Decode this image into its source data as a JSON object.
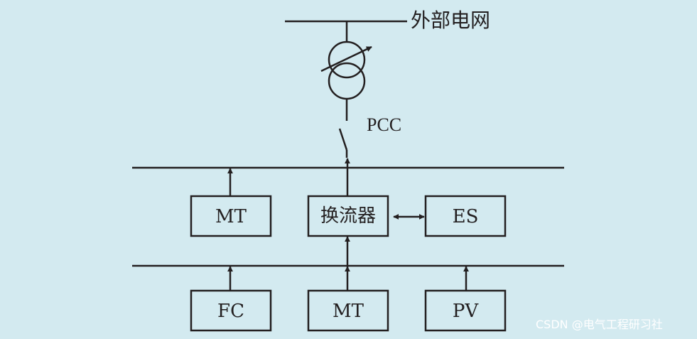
{
  "labels": {
    "grid": "外部电网",
    "pcc": "PCC"
  },
  "boxes": {
    "mt_top": "MT",
    "converter": "换流器",
    "es": "ES",
    "fc": "FC",
    "mt_bottom": "MT",
    "pv": "PV"
  },
  "watermark": "CSDN @电气工程研习社",
  "colors": {
    "background": "#d3eaf0",
    "stroke": "#231f20"
  }
}
